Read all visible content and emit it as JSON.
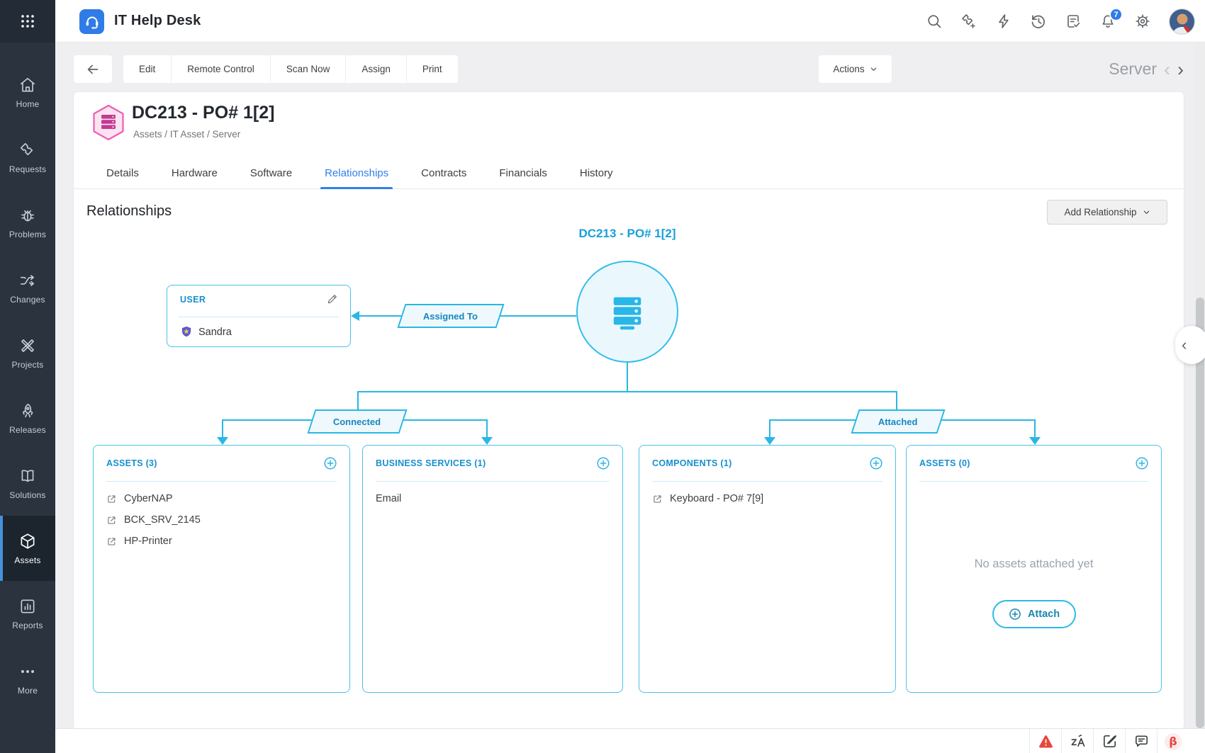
{
  "header": {
    "app_title": "IT Help Desk",
    "notification_badge": "7"
  },
  "sidebar": {
    "items": [
      {
        "label": "Home"
      },
      {
        "label": "Requests"
      },
      {
        "label": "Problems"
      },
      {
        "label": "Changes"
      },
      {
        "label": "Projects"
      },
      {
        "label": "Releases"
      },
      {
        "label": "Solutions"
      },
      {
        "label": "Assets",
        "active": true
      },
      {
        "label": "Reports"
      },
      {
        "label": "More"
      }
    ]
  },
  "toolbar": {
    "buttons": [
      "Edit",
      "Remote Control",
      "Scan Now",
      "Assign",
      "Print"
    ],
    "actions_label": "Actions",
    "context_label": "Server"
  },
  "asset": {
    "title": "DC213 - PO# 1[2]",
    "breadcrumb": "Assets  /  IT Asset /  Server"
  },
  "tabs": {
    "items": [
      "Details",
      "Hardware",
      "Software",
      "Relationships",
      "Contracts",
      "Financials",
      "History"
    ],
    "active": "Relationships"
  },
  "relationships": {
    "heading": "Relationships",
    "add_button_label": "Add Relationship",
    "node_title": "DC213 - PO# 1[2]",
    "user_box": {
      "title": "USER",
      "user_name": "Sandra"
    },
    "edge_labels": {
      "assigned_to": "Assigned To",
      "connected": "Connected",
      "attached": "Attached"
    },
    "panels": [
      {
        "title": "ASSETS (3)",
        "items": [
          "CyberNAP",
          "BCK_SRV_2145",
          "HP-Printer"
        ]
      },
      {
        "title": "BUSINESS SERVICES (1)",
        "items": [
          "Email"
        ]
      },
      {
        "title": "COMPONENTS (1)",
        "items": [
          "Keyboard - PO# 7[9]"
        ]
      },
      {
        "title": "ASSETS (0)",
        "items": [],
        "empty_text": "No assets attached yet",
        "attach_label": "Attach"
      }
    ]
  },
  "footer": {
    "beta_symbol": "β"
  },
  "colors": {
    "accent_cyan": "#29b7e5",
    "panel_label_blue": "#168fce",
    "active_tab_blue": "#2f80e8",
    "sidebar_bg": "#2a333e",
    "logo_blue": "#2f7ce8",
    "hexagon_pink": "#ec5fb1",
    "alert_red": "#e8453c",
    "badge_blue": "#2f7ce8"
  }
}
